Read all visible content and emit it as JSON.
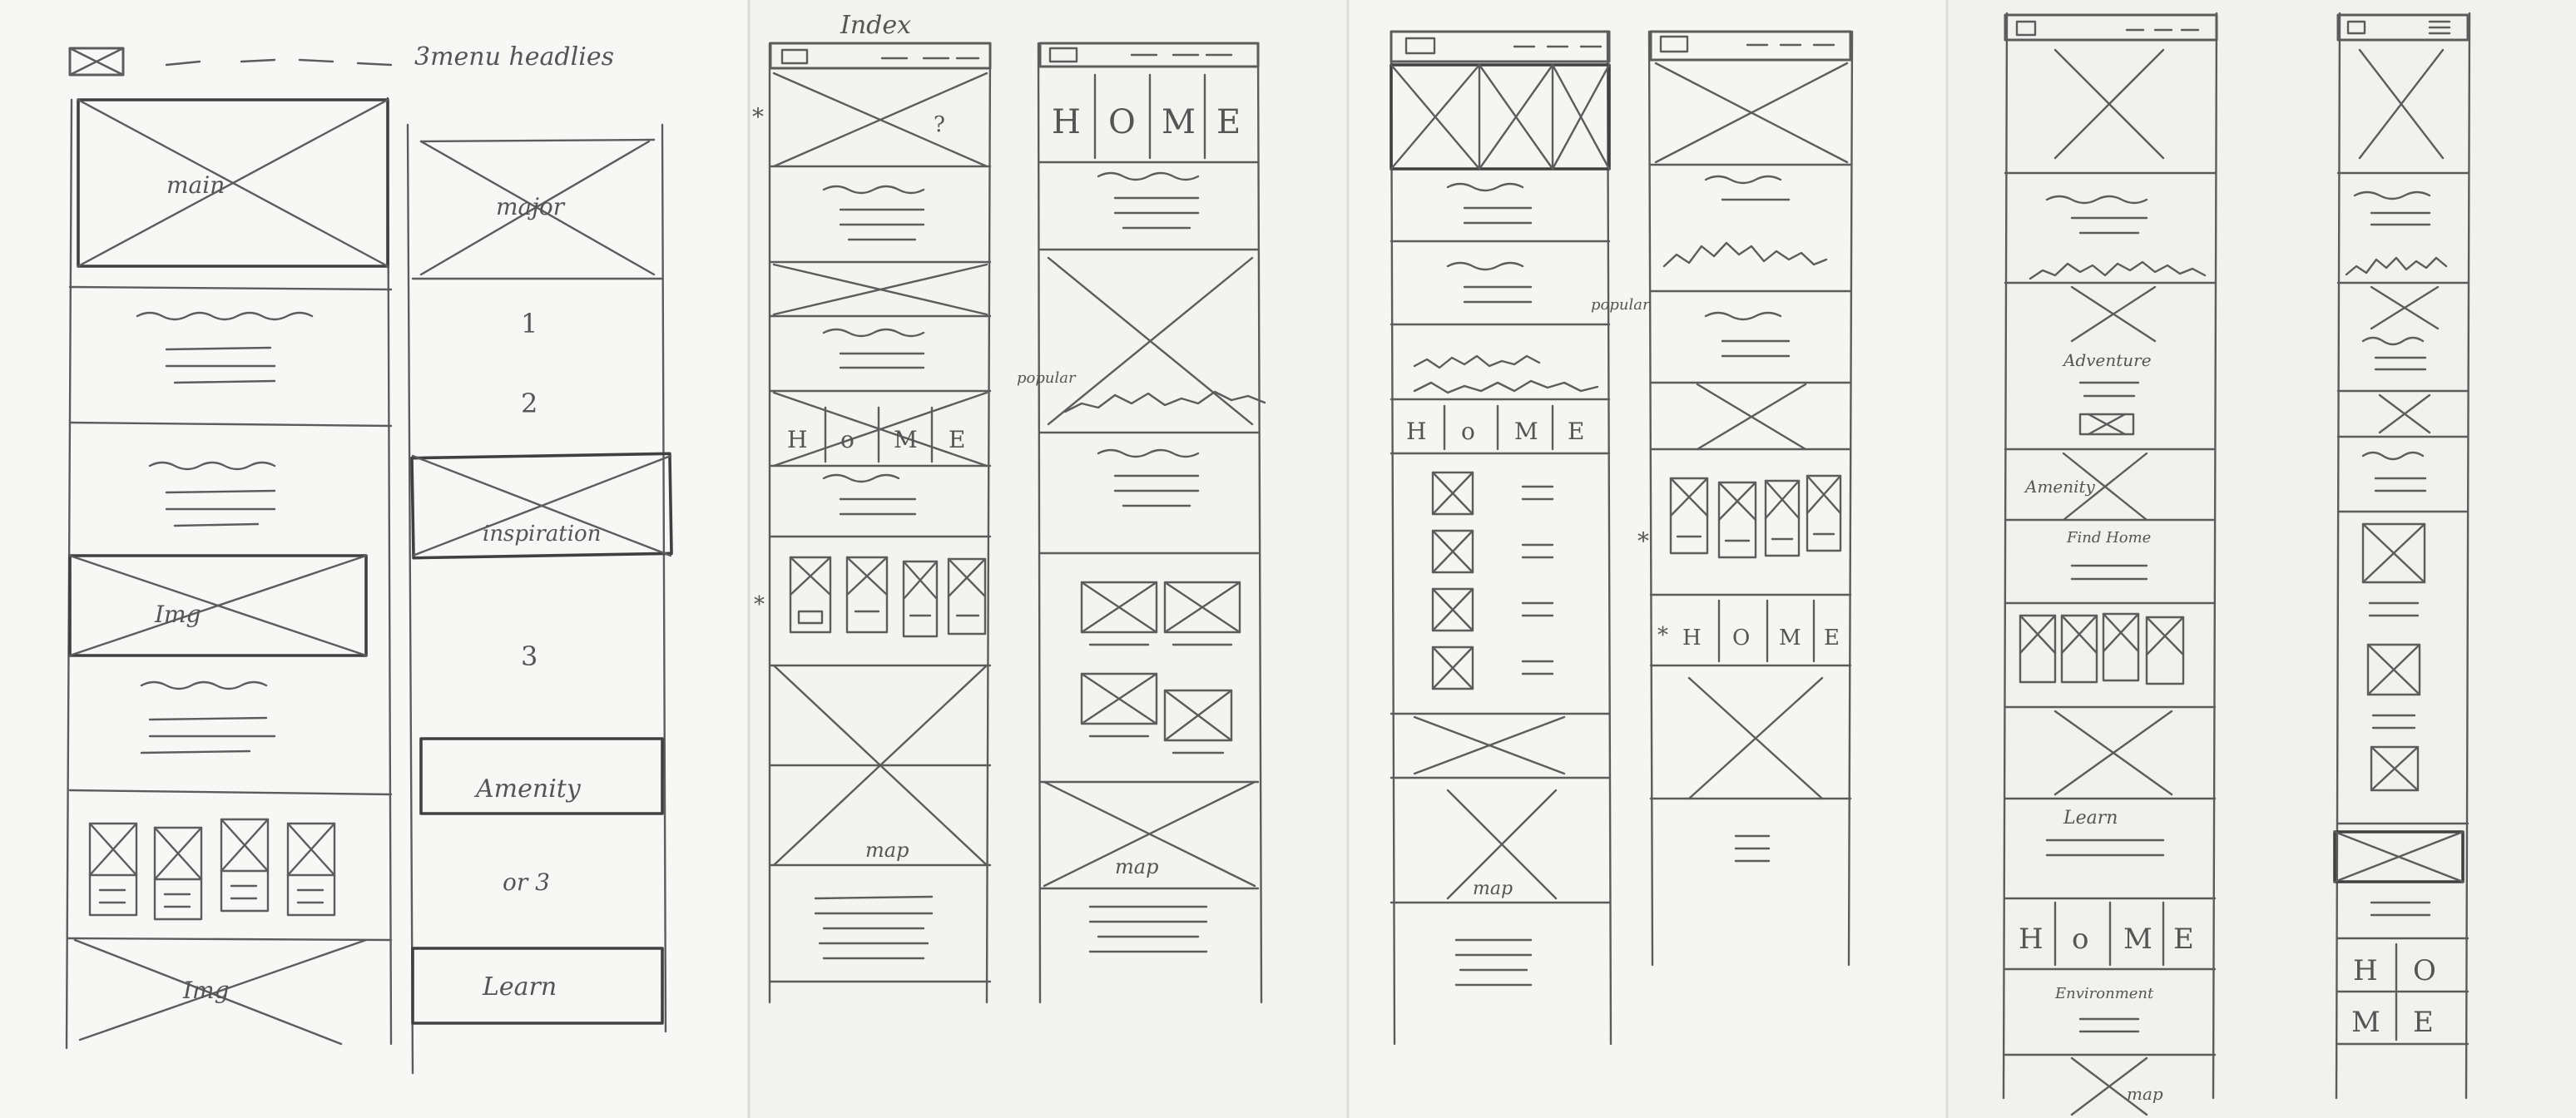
{
  "colors": {
    "paper": "#f6f6f4",
    "paper_alt": "#eeeeea",
    "pencil": "#5c5c5c",
    "divider": "#d8d8d4"
  },
  "sheet1": {
    "note": "3menu headlies",
    "img_main": "main",
    "img_2": "Img",
    "img_3": "Img",
    "img_major": "major",
    "step_1": "1",
    "step_2": "2",
    "img_inspiration": "inspiration",
    "step_3": "3",
    "amenity": "Amenity",
    "or_3": "or 3",
    "learn": "Learn"
  },
  "sheet2": {
    "title": "Index",
    "question": "?",
    "popular": "popular",
    "home_letters": [
      "H",
      "o",
      "M",
      "E"
    ],
    "map": "map"
  },
  "sheet3": {
    "home_letters": [
      "H",
      "O",
      "M",
      "E"
    ],
    "map": "map"
  },
  "sheet4": {
    "home_letters": [
      "H",
      "o",
      "M",
      "E"
    ],
    "map": "map"
  },
  "sheet5": {
    "popular": "popular",
    "home_letters": [
      "H",
      "O",
      "M",
      "E"
    ]
  },
  "sheet6": {
    "adventure": "Adventure",
    "amenity": "Amenity",
    "find_home": "Find Home",
    "learn": "Learn",
    "home_letters": [
      "H",
      "o",
      "M",
      "E"
    ],
    "environment": "Environment",
    "map": "map"
  },
  "sheet7": {
    "home_letters": [
      "H",
      "O",
      "M",
      "E"
    ]
  }
}
